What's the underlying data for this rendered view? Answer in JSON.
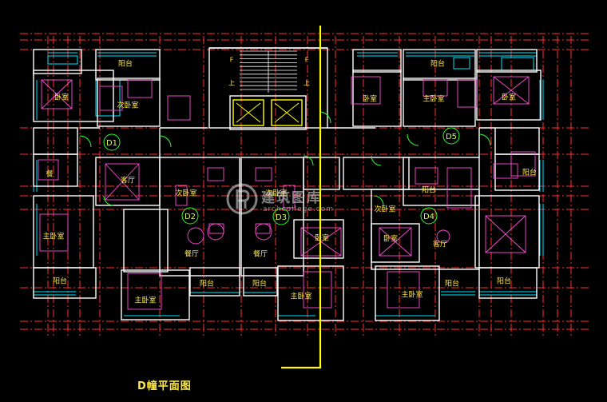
{
  "drawing": {
    "title": "D幢平面图",
    "colors": {
      "background": "#000000",
      "axis": "#ff3030",
      "wall": "#ffffff",
      "window": "#00e5ff",
      "furniture": "#ff4dd8",
      "cut_line": "#ffff00",
      "label": "#ffe94a"
    }
  },
  "units": [
    {
      "id": "D1",
      "label": "D1"
    },
    {
      "id": "D2",
      "label": "D2"
    },
    {
      "id": "D3",
      "label": "D3"
    },
    {
      "id": "D4",
      "label": "D4"
    },
    {
      "id": "D5",
      "label": "D5"
    }
  ],
  "rooms": [
    {
      "label": "阳台"
    },
    {
      "label": "卧室"
    },
    {
      "label": "次卧室"
    },
    {
      "label": "餐"
    },
    {
      "label": "主卧室"
    },
    {
      "label": "阳台"
    },
    {
      "label": "客厅"
    },
    {
      "label": "次卧室"
    },
    {
      "label": "餐厅"
    },
    {
      "label": "阳台"
    },
    {
      "label": "主卧室"
    },
    {
      "label": "次卧室"
    },
    {
      "label": "餐厅"
    },
    {
      "label": "阳台"
    },
    {
      "label": "卧室"
    },
    {
      "label": "主卧室"
    },
    {
      "label": "卧室"
    },
    {
      "label": "主卧室"
    },
    {
      "label": "阳台"
    },
    {
      "label": "阳台"
    },
    {
      "label": "次卧室"
    },
    {
      "label": "卧室"
    },
    {
      "label": "客厅"
    },
    {
      "label": "主卧室"
    },
    {
      "label": "阳台"
    },
    {
      "label": "阳台"
    },
    {
      "label": "阳台"
    },
    {
      "label": "卧室"
    }
  ],
  "stair": {
    "marks": [
      "F",
      "F",
      "上",
      "上"
    ]
  },
  "watermark": {
    "text": "建筑图库",
    "url": "archcollege.com"
  }
}
